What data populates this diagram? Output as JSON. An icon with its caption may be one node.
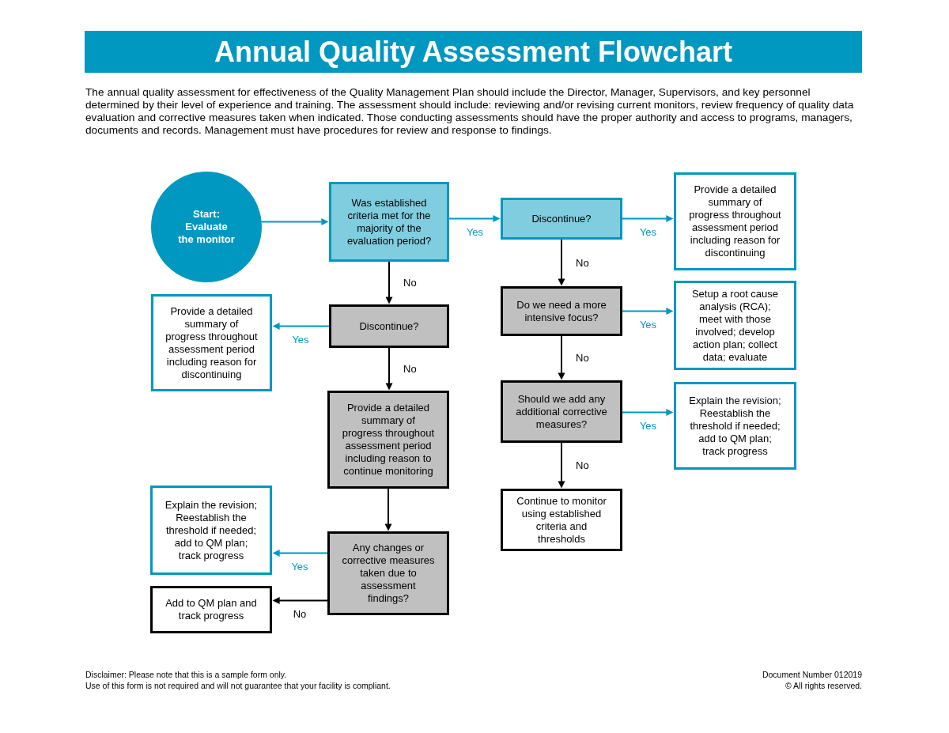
{
  "diagram": {
    "title": "Annual Quality Assessment Flowchart",
    "nodes": [
      {
        "text": [
          "Start: Evaluate the monitor"
        ]
      },
      {
        "text": [
          "Was established criteria met for the majority of the evaluation period?"
        ]
      },
      {
        "text": [
          "Discontinue?"
        ]
      },
      {
        "text": [
          "Provide a detailed summary of progress throughout assessment period including reason for discontinuing"
        ]
      },
      {
        "text": [
          "Provide a detailed summary of progress throughout assessment period including reason for discontinuing"
        ]
      },
      {
        "text": [
          "Discontinue?"
        ]
      },
      {
        "text": [
          "Do we need a more intensive focus?"
        ]
      },
      {
        "text": [
          "Setup a root cause analysis (RCA); meet with those involved; develop action plan; collect data; evaluate"
        ]
      },
      {
        "text": [
          "Provide a detailed summary of progress throughout assessment period including reason to continue monitoring"
        ]
      },
      {
        "text": [
          "Should we add any additional corrective measures?"
        ]
      },
      {
        "text": [
          "Explain the revision; Reestablish the threshold if needed; add to QM plan; track progress"
        ]
      },
      {
        "text": [
          "Continue to monitor using established criteria and thresholds"
        ]
      },
      {
        "text": [
          "Explain the revision; Reestablish the threshold if needed; add to QM plan; track progress"
        ]
      },
      {
        "text": [
          "Any changes or corrective measures taken due to assessment findings?"
        ]
      },
      {
        "text": [
          "Add to QM plan and track progress"
        ]
      }
    ],
    "edges": [
      {
        "from": 0,
        "to": 1,
        "arrow": "to",
        "color": "#0098c0"
      },
      {
        "from": 1,
        "to": 2,
        "arrow": "to",
        "label": "Yes",
        "color": "#0098c0"
      },
      {
        "from": 2,
        "to": 3,
        "arrow": "to",
        "label": "Yes",
        "color": "#0098c0"
      },
      {
        "from": 1,
        "to": 5,
        "arrow": "to",
        "label": "No",
        "color": "#000000"
      },
      {
        "from": 5,
        "to": 4,
        "arrow": "to",
        "label": "Yes",
        "color": "#0098c0"
      },
      {
        "from": 5,
        "to": 8,
        "arrow": "to",
        "label": "No",
        "color": "#000000"
      },
      {
        "from": 8,
        "to": 13,
        "arrow": "to",
        "color": "#000000"
      },
      {
        "from": 13,
        "to": 12,
        "arrow": "to",
        "label": "Yes",
        "color": "#0098c0"
      },
      {
        "from": 13,
        "to": 14,
        "arrow": "to",
        "label": "No",
        "color": "#000000"
      },
      {
        "from": 2,
        "to": 6,
        "arrow": "to",
        "label": "No",
        "color": "#000000"
      },
      {
        "from": 6,
        "to": 7,
        "arrow": "to",
        "label": "Yes",
        "color": "#0098c0"
      },
      {
        "from": 6,
        "to": 9,
        "arrow": "to",
        "label": "No",
        "color": "#000000"
      },
      {
        "from": 9,
        "to": 10,
        "arrow": "to",
        "label": "Yes",
        "color": "#0098c0"
      },
      {
        "from": 9,
        "to": 11,
        "arrow": "to",
        "label": "No",
        "color": "#000000"
      }
    ],
    "labels": [
      "The annual quality assessment for effectiveness of the Quality Management Plan should include the Director, Manager, Supervisors, and key personnel determined by their level of experience and training. The assessment should include: reviewing and/or revising current monitors, review frequency of quality data evaluation and corrective measures taken when indicated. Those conducting assessments should have the proper authority and access to programs, managers, documents and records. Management must have procedures for review and response to findings.",
      "Disclaimer: Please note that this is a sample form only.",
      "Use of this form is not required and will not guarantee that your facility is compliant.",
      "Document Number 012019",
      "© All rights reserved."
    ]
  }
}
